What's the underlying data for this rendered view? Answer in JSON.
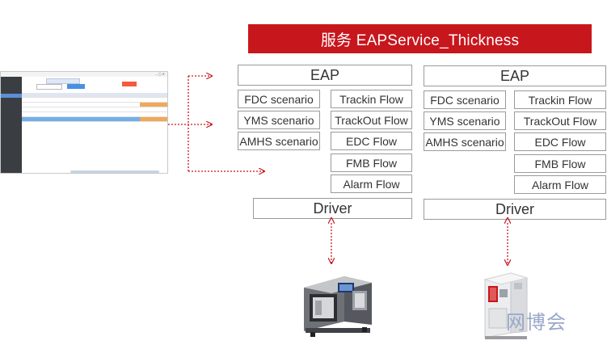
{
  "banner": {
    "title": "服务 EAPService_Thickness"
  },
  "eap_left": {
    "eap": "EAP",
    "scenarios": [
      "FDC scenario",
      "YMS scenario",
      "AMHS scenario"
    ],
    "flows": [
      "Trackin Flow",
      "TrackOut Flow",
      "EDC Flow",
      "FMB Flow",
      "Alarm Flow"
    ],
    "driver": "Driver"
  },
  "eap_right": {
    "eap": "EAP",
    "scenarios": [
      "FDC scenario",
      "YMS scenario",
      "AMHS scenario"
    ],
    "flows": [
      "Trackin Flow",
      "TrackOut Flow",
      "EDC Flow",
      "FMB Flow",
      "Alarm Flow"
    ],
    "driver": "Driver"
  },
  "watermark": {
    "text": "网博会"
  },
  "colors": {
    "banner": "#c8161d",
    "arrow": "#c8161d",
    "border": "#9a9a9a"
  },
  "mini_app": {
    "sidebar_items": [
      "",
      "",
      "",
      "",
      "",
      "",
      ""
    ],
    "search_button": "",
    "status": ""
  }
}
